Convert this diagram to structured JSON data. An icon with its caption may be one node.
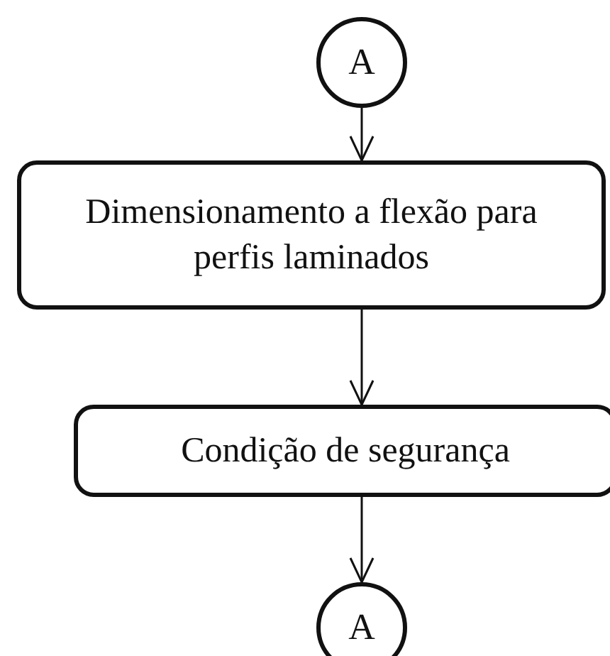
{
  "diagram": {
    "nodes": [
      {
        "text": [
          "A"
        ]
      },
      {
        "text": [
          "Dimensionamento a flexão para perfis laminados"
        ]
      },
      {
        "text": [
          "Condição de segurança"
        ]
      },
      {
        "text": [
          "A"
        ]
      }
    ],
    "edges": [
      {
        "from": 0,
        "to": 1,
        "arrow": "to"
      },
      {
        "from": 1,
        "to": 2,
        "arrow": "to"
      },
      {
        "from": 2,
        "to": 3,
        "arrow": "to"
      }
    ]
  }
}
